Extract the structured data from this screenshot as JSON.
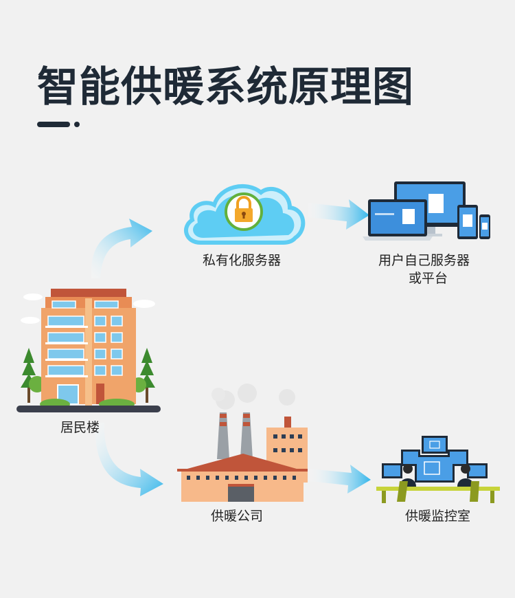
{
  "title": "智能供暖系统原理图",
  "nodes": {
    "server": {
      "label": "私有化服务器",
      "icon": "cloud-lock-icon"
    },
    "platform": {
      "label_line1": "用户自己服务器",
      "label_line2": "或平台",
      "icon": "devices-icon"
    },
    "residence": {
      "label": "居民楼",
      "icon": "apartment-building-icon"
    },
    "heating_company": {
      "label": "供暖公司",
      "icon": "factory-icon"
    },
    "monitoring_room": {
      "label": "供暖监控室",
      "icon": "monitoring-room-icon"
    }
  },
  "colors": {
    "title": "#1f2a36",
    "arrow_light": "#ffffff",
    "arrow_dark": "#35b6ea",
    "cloud": "#5ecdf3",
    "building": "#f0a46a",
    "factory": "#f7b98a",
    "tree": "#3c8a2e"
  }
}
